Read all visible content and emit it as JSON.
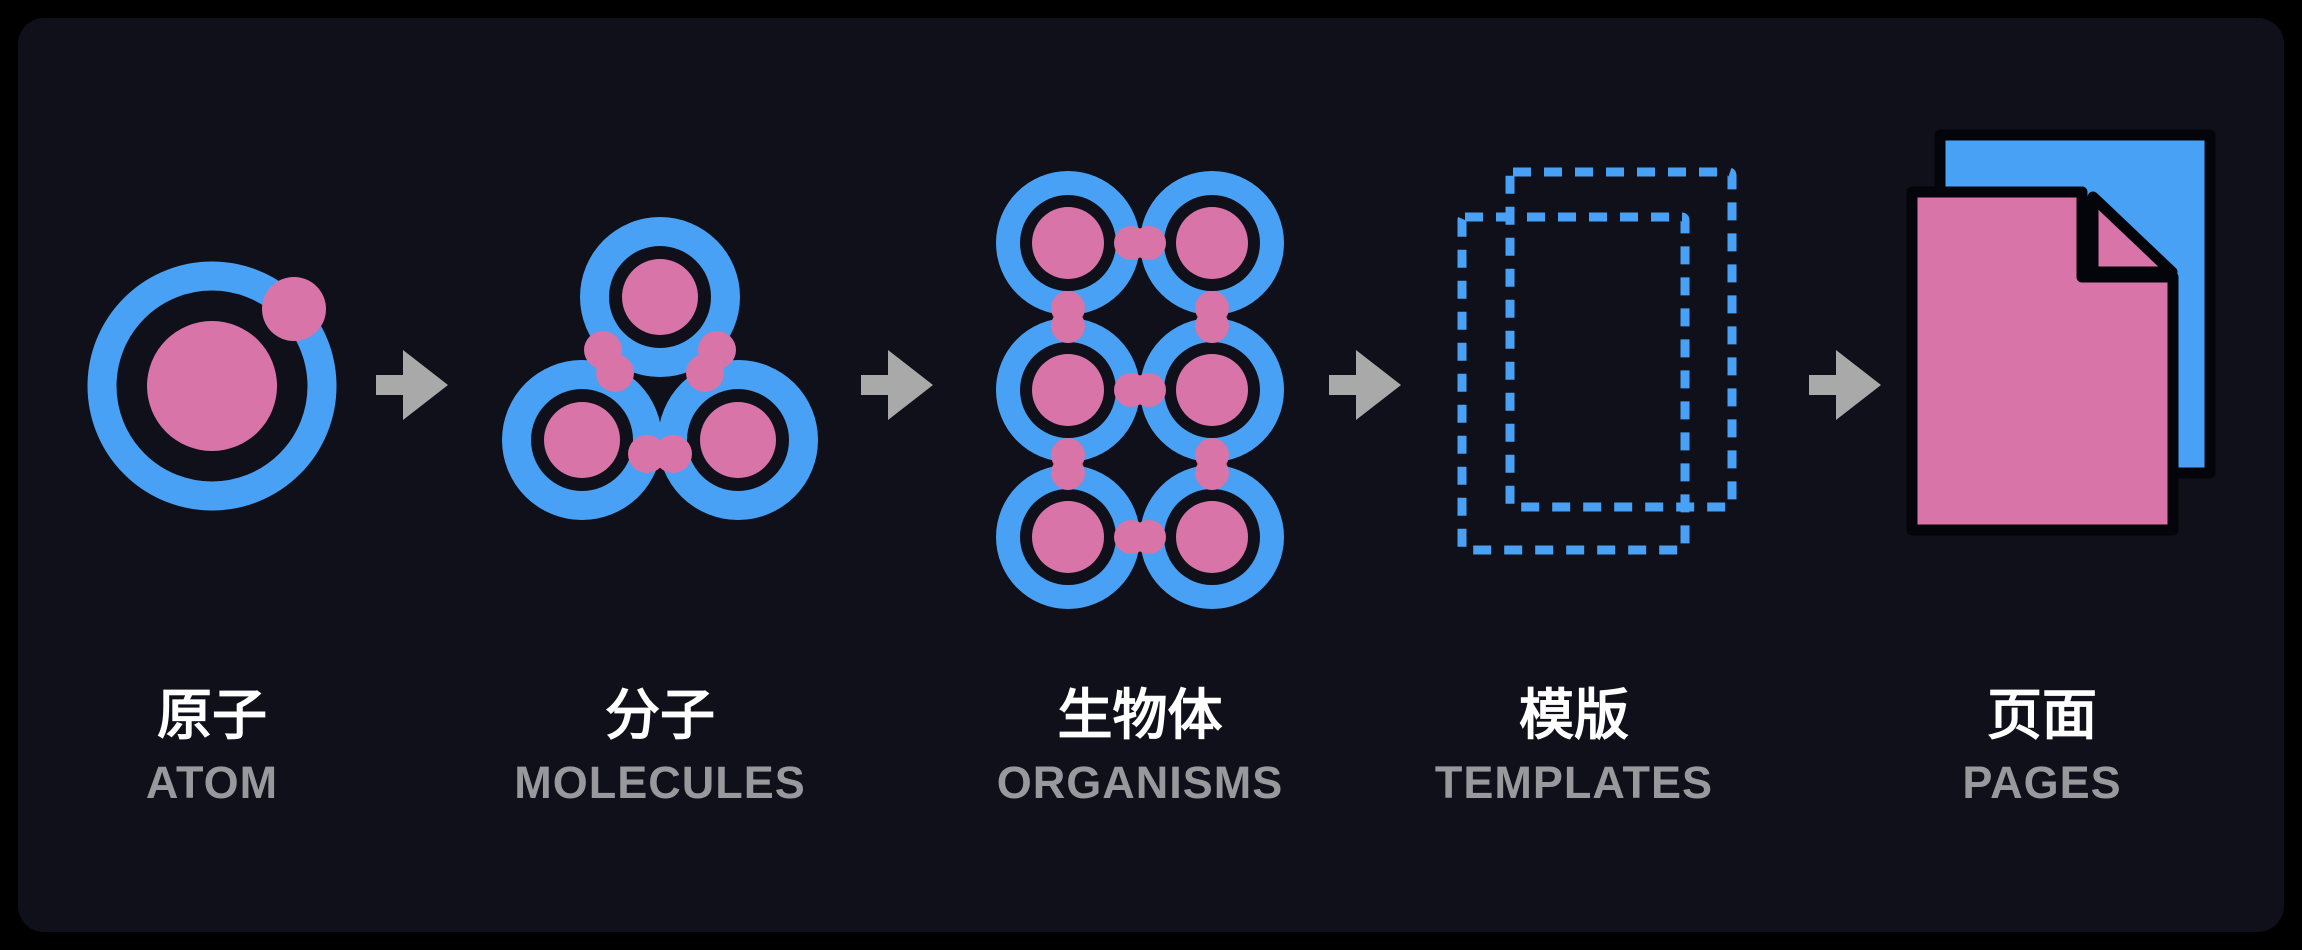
{
  "diagram": {
    "name": "atomic-design-methodology",
    "flow_direction": "left-to-right"
  },
  "theme": {
    "canvas": "#000000",
    "panel": "#10101a",
    "blue": "#48a1f4",
    "pink": "#d874a7",
    "outline": "#04050a",
    "arrow": "#a9a9a9",
    "label_zh": "#ffffff",
    "label_en": "#98989d"
  },
  "stages": [
    {
      "id": "atom",
      "zh": "原子",
      "en": "ATOM",
      "icon": "atom-icon"
    },
    {
      "id": "molecules",
      "zh": "分子",
      "en": "MOLECULES",
      "icon": "molecules-icon"
    },
    {
      "id": "organisms",
      "zh": "生物体",
      "en": "ORGANISMS",
      "icon": "organisms-icon"
    },
    {
      "id": "templates",
      "zh": "模版",
      "en": "TEMPLATES",
      "icon": "templates-icon"
    },
    {
      "id": "pages",
      "zh": "页面",
      "en": "PAGES",
      "icon": "pages-icon"
    }
  ],
  "arrows": {
    "glyph": "block-arrow-right",
    "count": 4
  }
}
